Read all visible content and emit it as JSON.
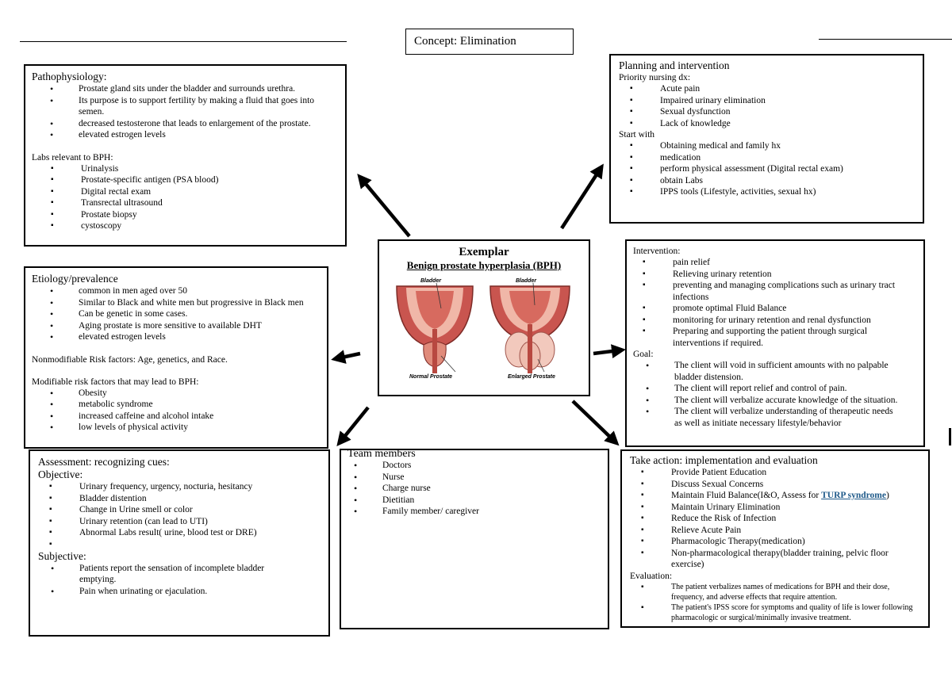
{
  "concept": {
    "title": "Concept: Elimination"
  },
  "exemplar": {
    "title": "Exemplar",
    "subtitle": "Benign prostate hyperplasia (BPH)",
    "image_labels": {
      "bladder_left": "Bladder",
      "bladder_right": "Bladder",
      "normal": "Normal Prostate",
      "enlarged": "Enlarged Prostate"
    }
  },
  "pathophysiology": {
    "title": "Pathophysiology:",
    "items": [
      "Prostate gland sits under the bladder and surrounds urethra.",
      "Its purpose is to support fertility by making a fluid that goes into semen.",
      "decreased testosterone that leads to enlargement of the prostate.",
      "elevated estrogen levels"
    ],
    "labs_title": "Labs relevant to BPH:",
    "labs": [
      "Urinalysis",
      "Prostate-specific antigen (PSA blood)",
      "Digital rectal exam",
      "Transrectal ultrasound",
      "Prostate biopsy",
      "cystoscopy"
    ]
  },
  "etiology": {
    "title": "Etiology/prevalence",
    "items": [
      "common in men aged over 50",
      "Similar to Black and white men but progressive in Black men",
      "Can be genetic in some cases.",
      "Aging prostate is more sensitive to available DHT",
      "elevated estrogen levels"
    ],
    "nonmodifiable": "Nonmodifiable Risk factors: Age, genetics, and Race.",
    "modifiable_title": "Modifiable risk factors that may lead to BPH:",
    "modifiable": [
      "Obesity",
      " metabolic syndrome",
      "increased caffeine and alcohol intake",
      "low levels of physical activity"
    ]
  },
  "assessment": {
    "title": "Assessment: recognizing cues:",
    "objective_title": "Objective:",
    "objective": [
      "Urinary frequency, urgency, nocturia, hesitancy",
      "Bladder distention",
      "Change in Urine smell or color",
      "Urinary retention (can lead to UTI)",
      "Abnormal Labs result( urine, blood test or DRE)",
      ""
    ],
    "subjective_title": "Subjective:",
    "subjective": [
      "Patients report the sensation of incomplete bladder emptying.",
      "Pain when urinating or ejaculation."
    ]
  },
  "team": {
    "title": "Team members",
    "items": [
      "Doctors",
      "Nurse",
      "Charge nurse",
      "Dietitian",
      "Family member/ caregiver"
    ]
  },
  "planning": {
    "title": "Planning and intervention",
    "priority_title": "Priority nursing dx:",
    "priority": [
      "Acute pain",
      "Impaired urinary elimination",
      "Sexual dysfunction",
      "Lack of knowledge"
    ],
    "start_title": "Start with",
    "start": [
      "Obtaining medical and family hx",
      "medication",
      "perform physical assessment (Digital rectal exam)",
      "obtain Labs",
      "IPPS tools (Lifestyle, activities, sexual hx)"
    ]
  },
  "intervention": {
    "title": "Intervention:",
    "items": [
      "pain relief",
      "Relieving urinary retention",
      "preventing and managing complications such as urinary tract infections",
      "promote optimal Fluid Balance",
      "monitoring for urinary retention and renal dysfunction",
      "Preparing and supporting the patient through surgical interventions if required."
    ],
    "goal_title": "Goal:",
    "goals": [
      "The client will void in sufficient amounts with no palpable bladder distension.",
      "The client will report relief and control of pain.",
      "The client will verbalize accurate knowledge of the situation.",
      "The client will verbalize understanding of therapeutic needs as well as initiate necessary lifestyle/behavior"
    ]
  },
  "take_action": {
    "title": "Take action: implementation and evaluation",
    "items": [
      "Provide Patient Education",
      "Discuss Sexual Concerns",
      "Maintain Urinary Elimination",
      "Reduce the Risk of Infection",
      "Relieve Acute Pain",
      "Pharmacologic Therapy(medication)",
      "Non-pharmacological therapy(bladder training, pelvic floor exercise)"
    ],
    "fluid_prefix": "Maintain Fluid Balance(I&O, Assess for ",
    "fluid_link": "TURP syndrome",
    "fluid_suffix": ")",
    "evaluation_title": "Evaluation:",
    "evaluation": [
      "The patient verbalizes names of medications for BPH and their dose, frequency, and adverse effects that require attention.",
      "The patient's IPSS score for symptoms and quality of life is lower following pharmacologic or surgical/minimally invasive treatment."
    ]
  },
  "colors": {
    "link": "#1f5a8a",
    "tissue": "#c9554f",
    "tissue_light": "#f0b7a8"
  }
}
